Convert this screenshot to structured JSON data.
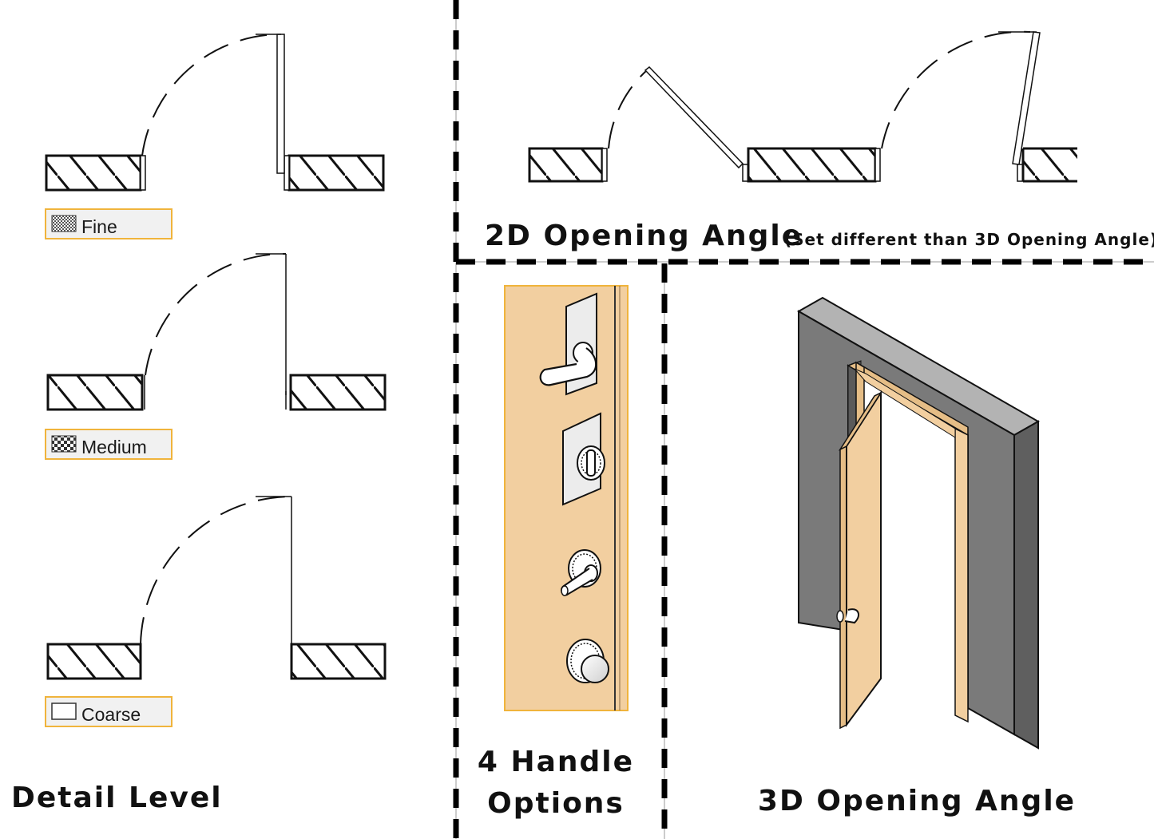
{
  "detail_levels": [
    {
      "label": "Fine",
      "icon": "fine-pattern-icon"
    },
    {
      "label": "Medium",
      "icon": "medium-pattern-icon"
    },
    {
      "label": "Coarse",
      "icon": "coarse-pattern-icon"
    }
  ],
  "titles": {
    "detail_level": "Detail Level",
    "opening_2d": "2D Opening Angle",
    "opening_2d_note": "(Set different than 3D Opening Angle)",
    "handles_line1": "4 Handle",
    "handles_line2": "Options",
    "opening_3d": "3D Opening Angle"
  },
  "handles": [
    "lever-handle-icon",
    "thumbturn-lock-icon",
    "lever-rosette-icon",
    "knob-handle-icon"
  ],
  "colors": {
    "button_border": "#f0b43c",
    "button_bg": "#f1f1f1",
    "door_wood": "#f2cfa0",
    "wall": "#7a7a7a",
    "line": "#111111"
  }
}
